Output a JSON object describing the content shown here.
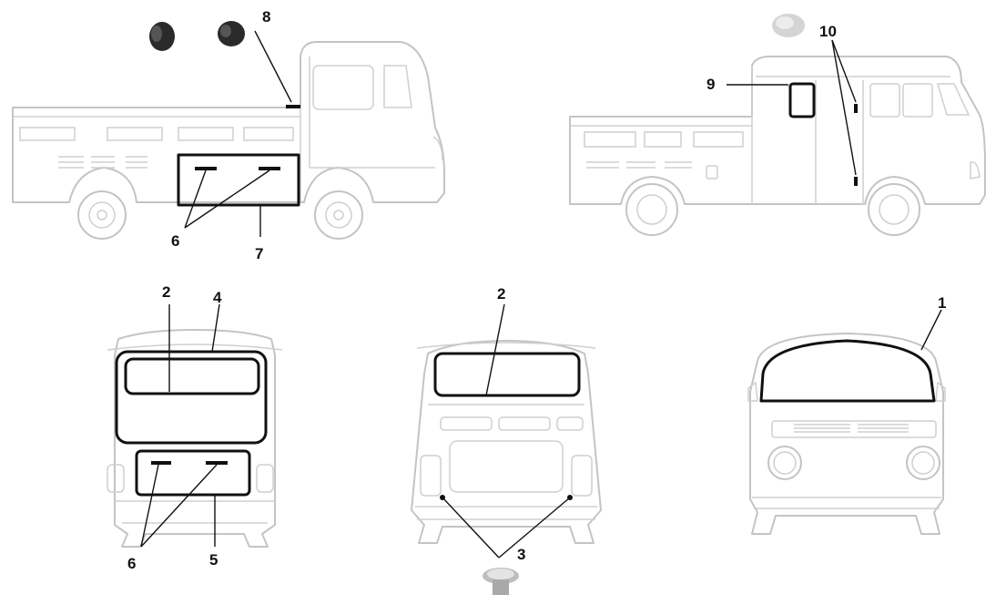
{
  "callouts": {
    "c1": "1",
    "c2a": "2",
    "c2b": "2",
    "c3": "3",
    "c4": "4",
    "c5": "5",
    "c6a": "6",
    "c6b": "6",
    "c7": "7",
    "c8": "8",
    "c9": "9",
    "c10": "10"
  },
  "colors": {
    "vehicle_outline": "#c4c4c4",
    "seal_highlight": "#111111",
    "callout_text": "#111111"
  }
}
